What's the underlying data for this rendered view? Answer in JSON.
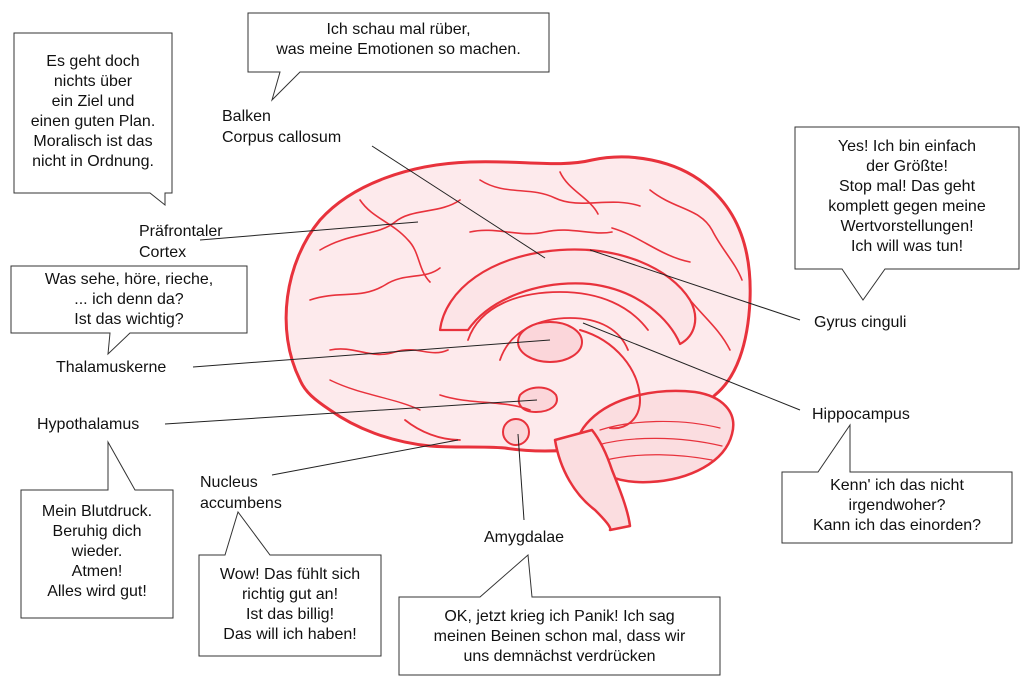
{
  "labels": {
    "balken": "Balken\nCorpus callosum",
    "praefrontal": "Präfrontaler\nCortex",
    "thalamus": "Thalamuskerne",
    "hypothalamus": "Hypothalamus",
    "nucleus": "Nucleus\naccumbens",
    "amygdala": "Amygdalae",
    "gyrus": "Gyrus cinguli",
    "hippocampus": "Hippocampus"
  },
  "bubbles": {
    "balken": "Ich schau mal rüber,\nwas meine Emotionen so machen.",
    "praefrontal": "Es geht doch\nnichts über\nein Ziel und\neinen guten Plan.\nMoralisch ist das\nnicht in Ordnung.",
    "thalamus": "Was sehe, höre, rieche,\n... ich denn da?\nIst das wichtig?",
    "hypothalamus": "Mein Blutdruck.\nBeruhig dich\nwieder.\nAtmen!\nAlles wird gut!",
    "nucleus": "Wow! Das fühlt sich\nrichtig gut an!\nIst das billig!\nDas will ich haben!",
    "amygdala": "OK, jetzt krieg ich Panik! Ich sag\nmeinen Beinen schon mal, dass wir\nuns demnächst verdrücken",
    "gyrus": "Yes! Ich bin einfach\nder Größte!\nStop mal! Das geht\nkomplett gegen meine\nWertvorstellungen!\nIch will was tun!",
    "hippocampus": "Kenn' ich das nicht\nirgendwoher?\nKann ich das einorden?"
  },
  "colors": {
    "brain": "#e8323c",
    "line": "#222222",
    "bubble_border": "#333333"
  }
}
